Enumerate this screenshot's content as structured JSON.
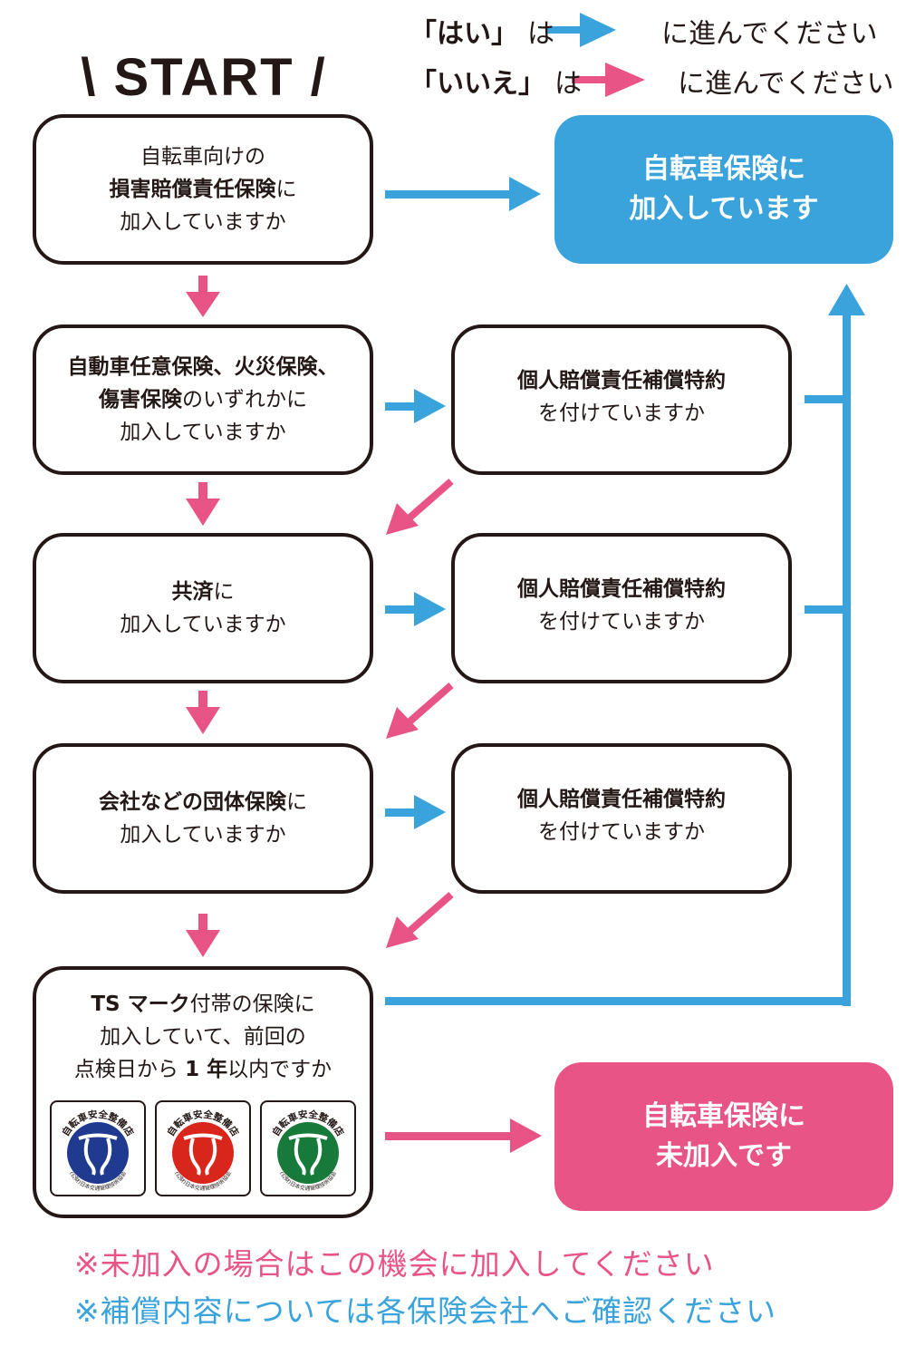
{
  "colors": {
    "yes": "#3aa3db",
    "no": "#e85486",
    "box_border": "#231815",
    "text": "#231815",
    "badge_blue": "#1f3a8f",
    "badge_red": "#d9261c",
    "badge_green": "#177a3a"
  },
  "legend": {
    "yes_key": "「はい」",
    "yes_ha": "は",
    "yes_text": "に進んでください",
    "no_key": "「いいえ」",
    "no_ha": "は",
    "no_text": "に進んでください"
  },
  "start": {
    "label": "\\ START /"
  },
  "questions": [
    {
      "id": "q1",
      "lines": [
        {
          "parts": [
            {
              "t": "自転車向けの",
              "b": false
            }
          ]
        },
        {
          "parts": [
            {
              "t": "損害賠償責任保険",
              "b": true
            },
            {
              "t": "に",
              "b": false
            }
          ]
        },
        {
          "parts": [
            {
              "t": "加入していますか",
              "b": false
            }
          ]
        }
      ]
    },
    {
      "id": "q2",
      "lines": [
        {
          "parts": [
            {
              "t": "自動車任意保険、火災保険、",
              "b": true
            }
          ]
        },
        {
          "parts": [
            {
              "t": "傷害保険",
              "b": true
            },
            {
              "t": "のいずれかに",
              "b": false
            }
          ]
        },
        {
          "parts": [
            {
              "t": "加入していますか",
              "b": false
            }
          ]
        }
      ]
    },
    {
      "id": "q3",
      "lines": [
        {
          "parts": [
            {
              "t": "共済",
              "b": true
            },
            {
              "t": "に",
              "b": false
            }
          ]
        },
        {
          "parts": [
            {
              "t": "加入していますか",
              "b": false
            }
          ]
        }
      ]
    },
    {
      "id": "q4",
      "lines": [
        {
          "parts": [
            {
              "t": "会社などの団体保険",
              "b": true
            },
            {
              "t": "に",
              "b": false
            }
          ]
        },
        {
          "parts": [
            {
              "t": "加入していますか",
              "b": false
            }
          ]
        }
      ]
    },
    {
      "id": "q5",
      "lines": [
        {
          "parts": [
            {
              "t": "TS マーク",
              "b": true
            },
            {
              "t": "付帯の保険に",
              "b": false
            }
          ]
        },
        {
          "parts": [
            {
              "t": "加入していて、前回の",
              "b": false
            }
          ]
        },
        {
          "parts": [
            {
              "t": "点検日から ",
              "b": false
            },
            {
              "t": "1 年",
              "b": true
            },
            {
              "t": "以内ですか",
              "b": false
            }
          ]
        }
      ]
    }
  ],
  "sub_questions": [
    {
      "id": "s2",
      "line1": "個人賠償責任補償特約",
      "line2": "を付けていますか"
    },
    {
      "id": "s3",
      "line1": "個人賠償責任補償特約",
      "line2": "を付けていますか"
    },
    {
      "id": "s4",
      "line1": "個人賠償責任補償特約",
      "line2": "を付けていますか"
    }
  ],
  "results": {
    "insured": {
      "line1": "自転車保険に",
      "line2": "加入しています"
    },
    "not_insured": {
      "line1": "自転車保険に",
      "line2": "未加入です"
    }
  },
  "ts_badges": [
    {
      "color": "blue",
      "top_text": "自転車安全整備店",
      "center": "TS",
      "bottom_text": "(公財)日本交通管理技術協会"
    },
    {
      "color": "red",
      "top_text": "自転車安全整備店",
      "center": "TS",
      "bottom_text": "(公財)日本交通管理技術協会"
    },
    {
      "color": "green",
      "top_text": "自転車安全整備店",
      "center": "TS",
      "bottom_text": "(公財)日本交通管理技術協会"
    }
  ],
  "notes": {
    "note1": "※未加入の場合はこの機会に加入してください",
    "note2": "※補償内容については各保険会社へご確認ください"
  }
}
